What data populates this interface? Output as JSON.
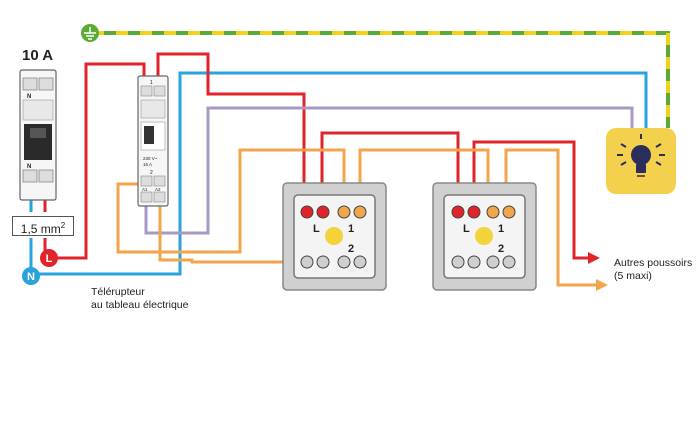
{
  "breaker": {
    "rating": "10 A",
    "terminal_top": "N",
    "terminal_bottom": "N"
  },
  "cable": {
    "section_value": "1,5 mm",
    "section_exp": "2"
  },
  "terminals": {
    "phase": "L",
    "neutral": "N"
  },
  "relay": {
    "caption_line1": "Télérupteur",
    "caption_line2": "au tableau électrique",
    "term_top": "1",
    "term_bottom": "2",
    "voltage": "230 V~",
    "current": "16 A",
    "coil_a1": "A1",
    "coil_a2": "A2"
  },
  "pushbuttons": [
    {
      "label_l": "L",
      "label_1": "1",
      "label_2": "2"
    },
    {
      "label_l": "L",
      "label_1": "1",
      "label_2": "2"
    }
  ],
  "others": {
    "line1": "Autres poussoirs",
    "line2": "(5 maxi)"
  },
  "colors": {
    "phase": "#e1242b",
    "neutral": "#29a3dc",
    "earth_green": "#5cab36",
    "earth_yellow": "#f0d21b",
    "return_orange": "#f2a54a",
    "switched_purple": "#a798c6",
    "lamp_bg": "#f4d14c"
  },
  "icons": [
    "earth-icon",
    "lamp-icon",
    "breaker-icon",
    "relay-icon",
    "pushbutton-icon",
    "arrow-icon"
  ]
}
